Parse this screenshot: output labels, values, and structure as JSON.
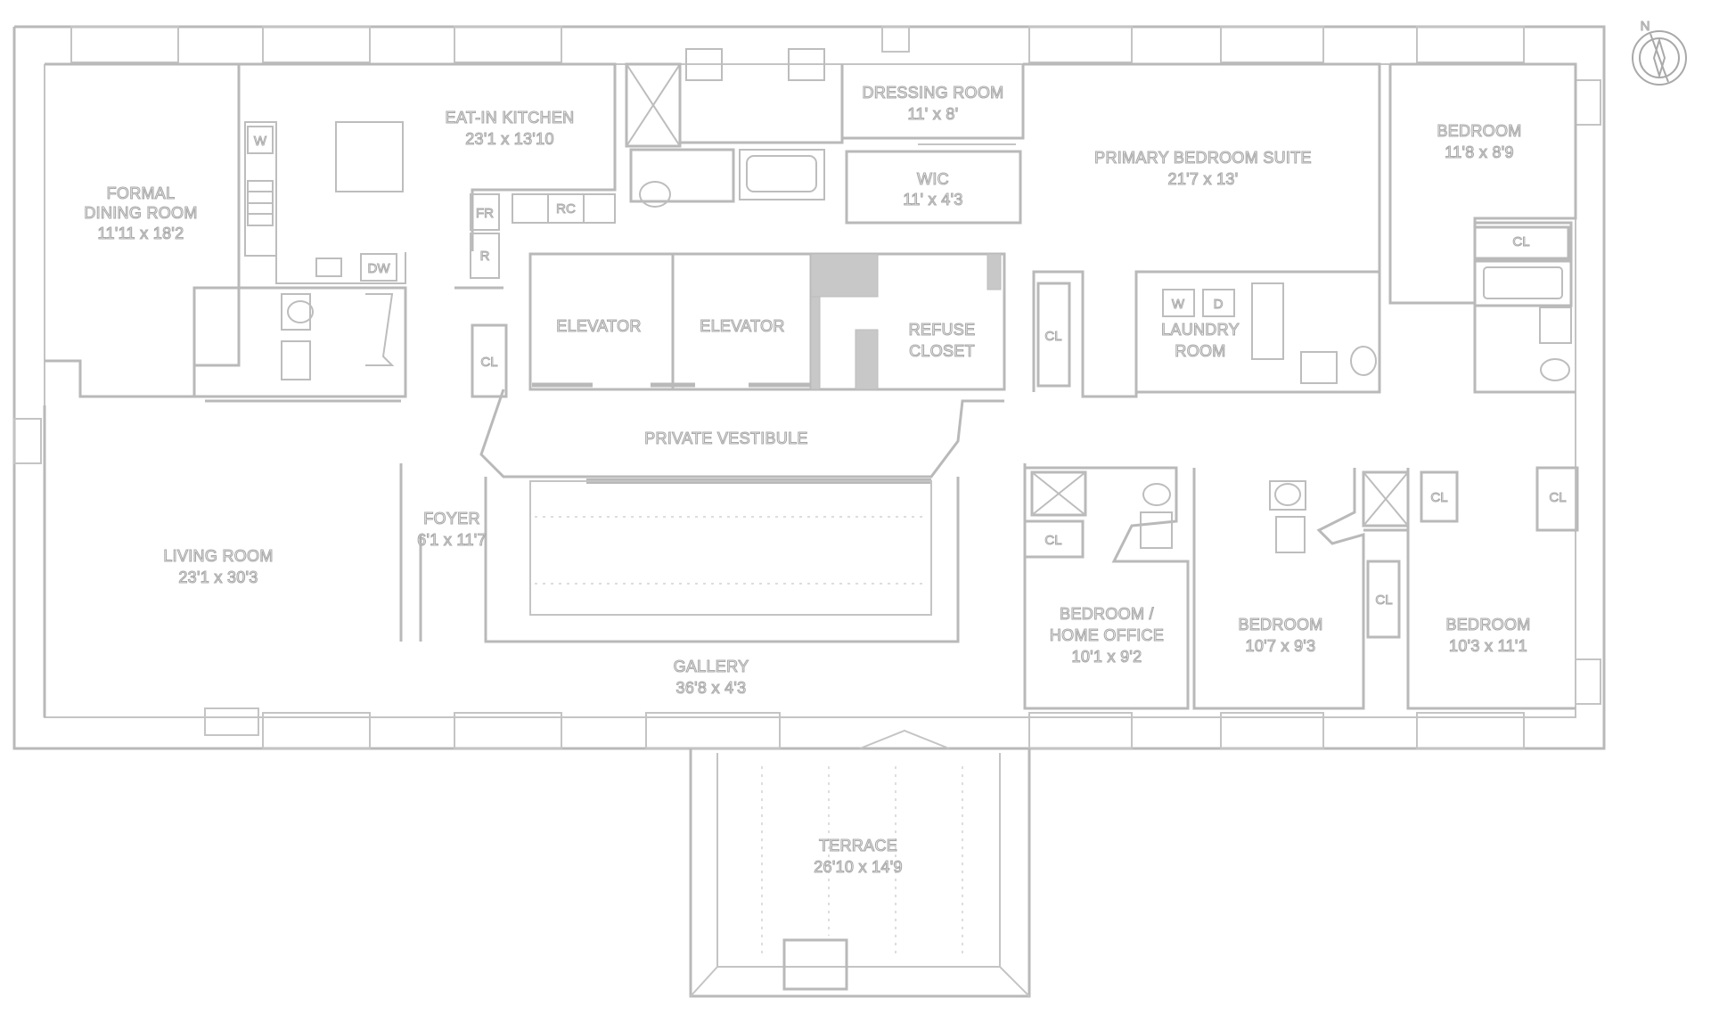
{
  "rooms": {
    "formal_dining": {
      "name_line1": "FORMAL",
      "name_line2": "DINING ROOM",
      "dims": "11'11 x 18'2"
    },
    "eat_in_kitchen": {
      "name": "EAT-IN KITCHEN",
      "dims": "23'1 x 13'10"
    },
    "dressing_room": {
      "name": "DRESSING ROOM",
      "dims": "11' x 8'"
    },
    "wic": {
      "name": "WIC",
      "dims": "11' x 4'3"
    },
    "primary_bedroom": {
      "name": "PRIMARY BEDROOM SUITE",
      "dims": "21'7 x 13'"
    },
    "bedroom_ne": {
      "name": "BEDROOM",
      "dims": "11'8 x 8'9"
    },
    "elevator_1": {
      "name": "ELEVATOR"
    },
    "elevator_2": {
      "name": "ELEVATOR"
    },
    "refuse_closet": {
      "name_line1": "REFUSE",
      "name_line2": "CLOSET"
    },
    "laundry_room": {
      "name_line1": "LAUNDRY",
      "name_line2": "ROOM"
    },
    "private_vestibule": {
      "name": "PRIVATE VESTIBULE"
    },
    "foyer": {
      "name": "FOYER",
      "dims": "6'1 x 11'7"
    },
    "living_room": {
      "name": "LIVING ROOM",
      "dims": "23'1 x 30'3"
    },
    "bedroom_office": {
      "name_line1": "BEDROOM /",
      "name_line2": "HOME OFFICE",
      "dims": "10'1 x 9'2"
    },
    "bedroom_mid": {
      "name": "BEDROOM",
      "dims": "10'7 x 9'3"
    },
    "bedroom_se": {
      "name": "BEDROOM",
      "dims": "10'3 x 11'1"
    },
    "gallery": {
      "name": "GALLERY",
      "dims": "36'8 x 4'3"
    },
    "terrace": {
      "name": "TERRACE",
      "dims": "26'10 x 14'9"
    }
  },
  "fixture_labels": {
    "w_kitchen": "W",
    "dw": "DW",
    "fr": "FR",
    "r": "R",
    "rc": "RC",
    "w_laundry": "W",
    "d_laundry": "D",
    "cl": "CL"
  },
  "compass": {
    "north": "N"
  }
}
